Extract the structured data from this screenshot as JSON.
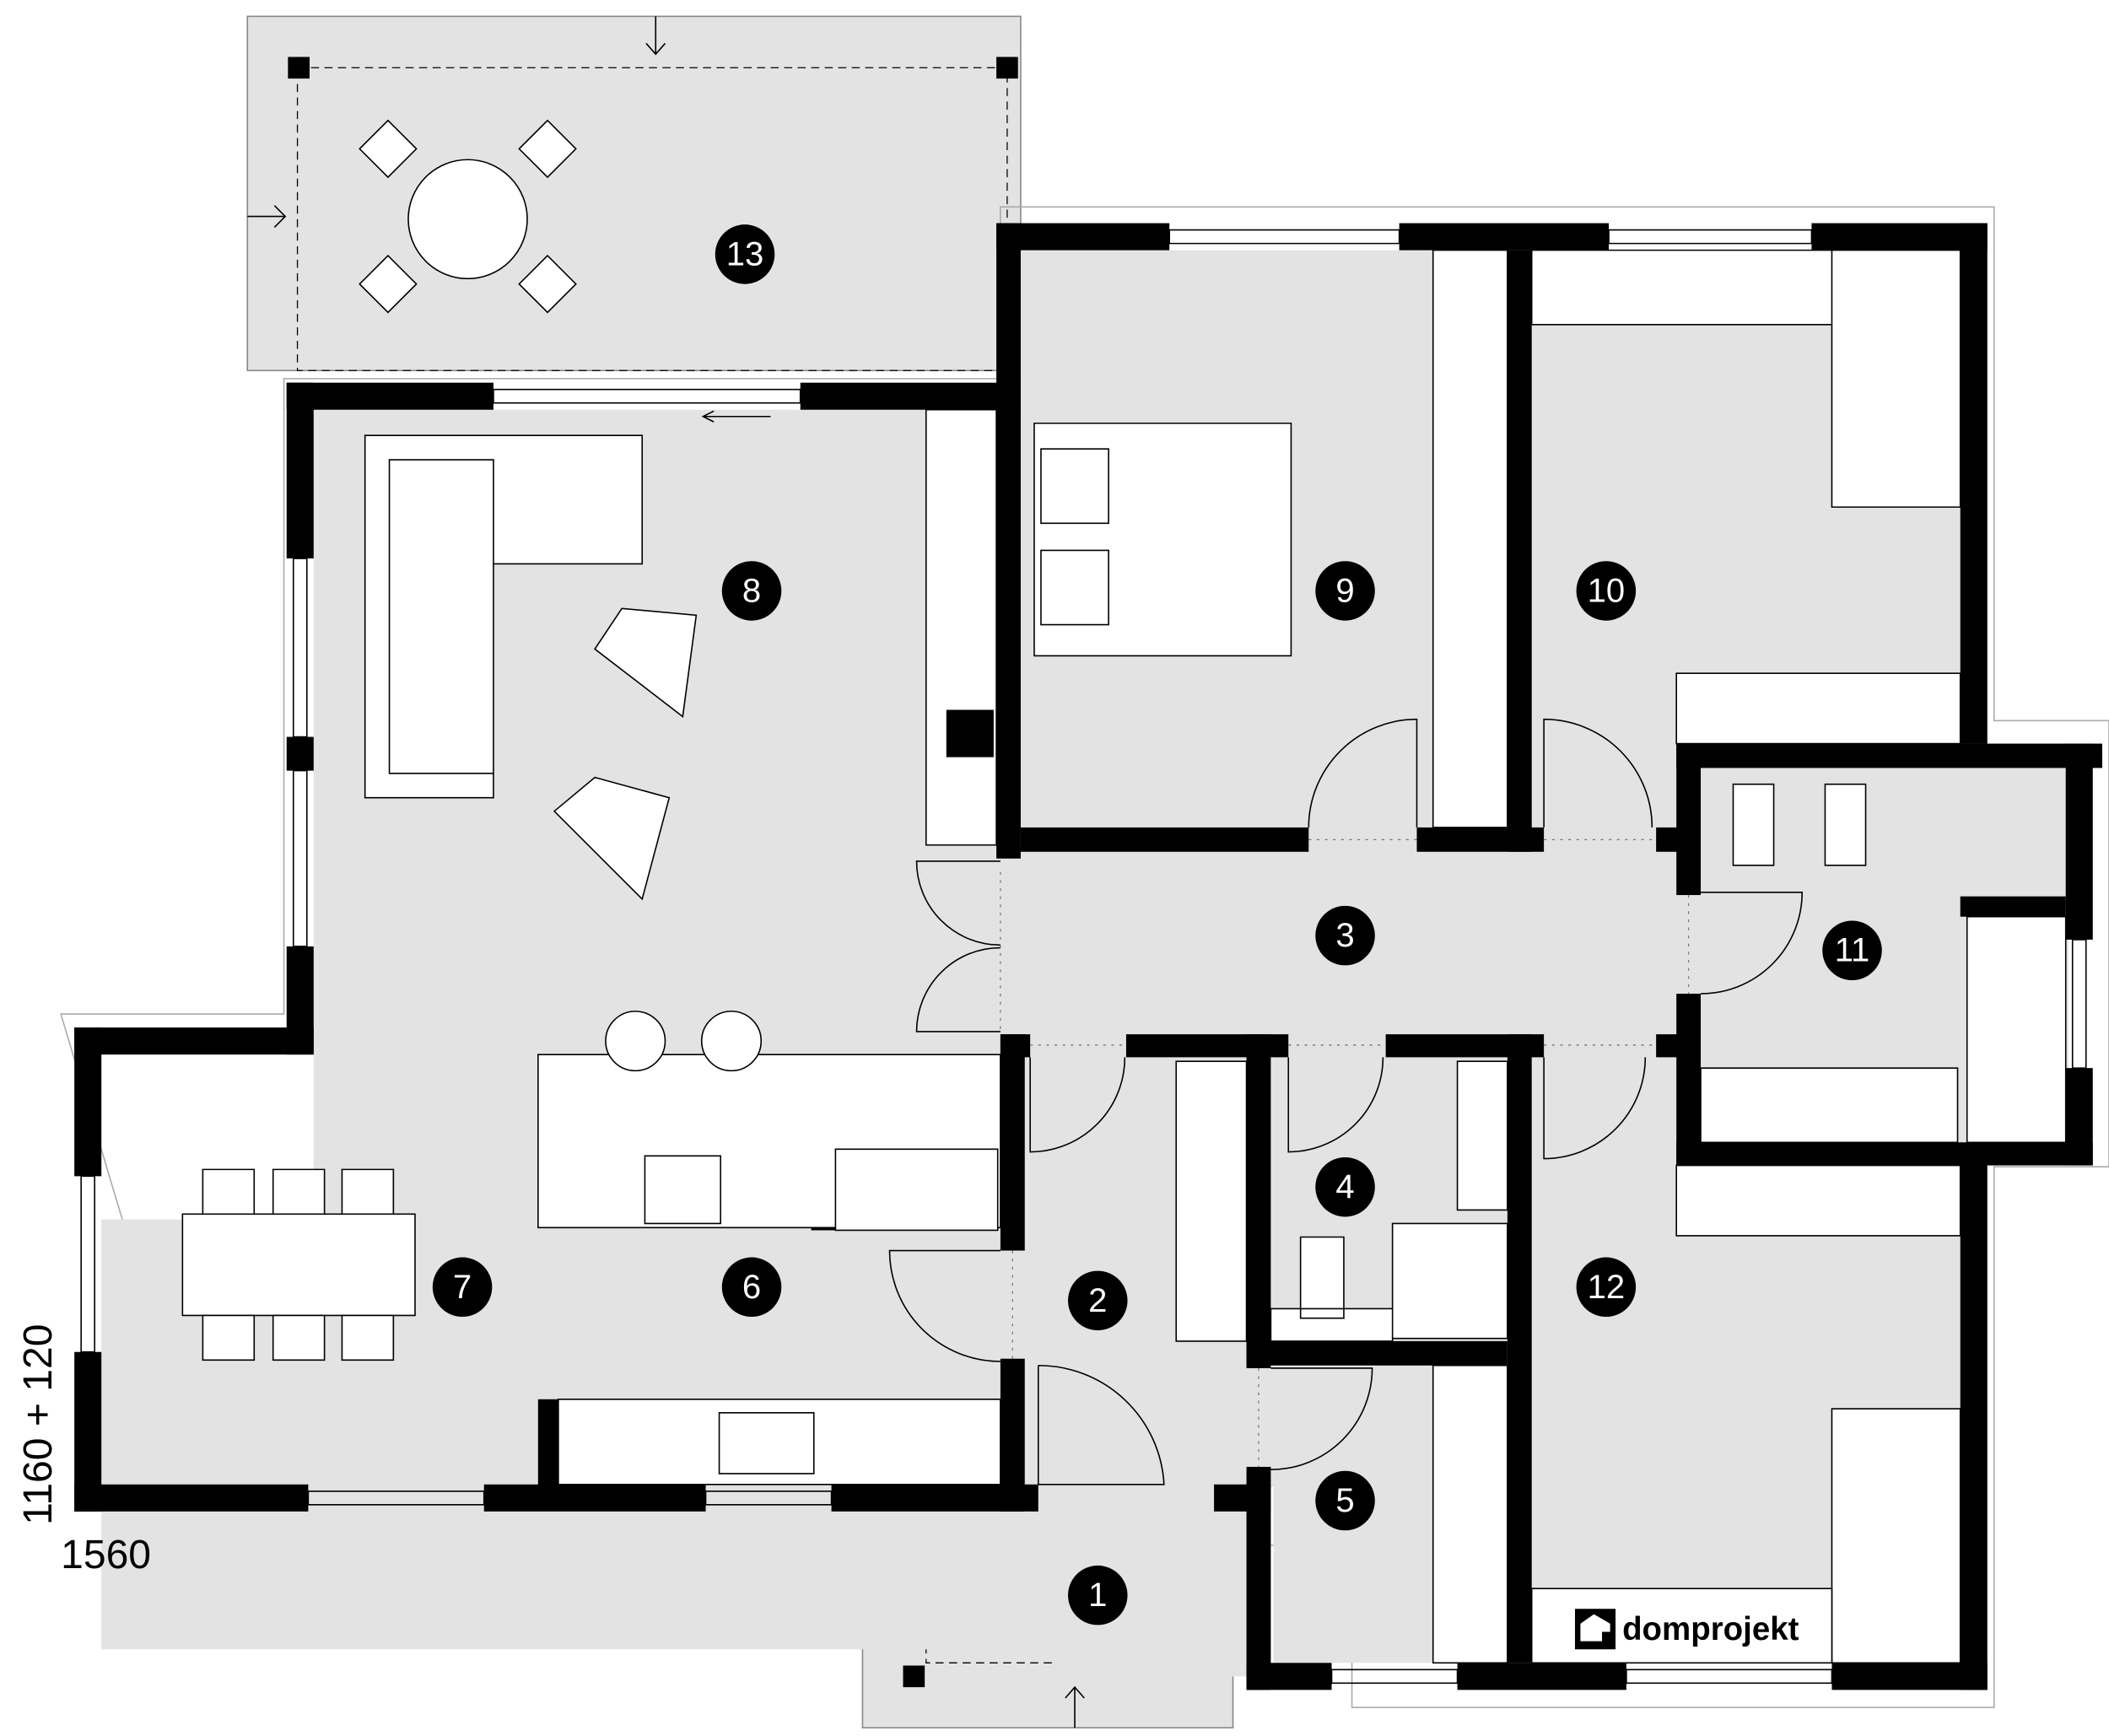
{
  "rooms": [
    {
      "number": "1"
    },
    {
      "number": "2"
    },
    {
      "number": "3"
    },
    {
      "number": "4"
    },
    {
      "number": "5"
    },
    {
      "number": "6"
    },
    {
      "number": "7"
    },
    {
      "number": "8"
    },
    {
      "number": "9"
    },
    {
      "number": "10"
    },
    {
      "number": "11"
    },
    {
      "number": "12"
    },
    {
      "number": "13"
    }
  ],
  "dimensions": {
    "width": "1560",
    "depth": "1160 + 120"
  },
  "logo": {
    "text": "domprojekt",
    "badge_text": "domprojekt"
  }
}
